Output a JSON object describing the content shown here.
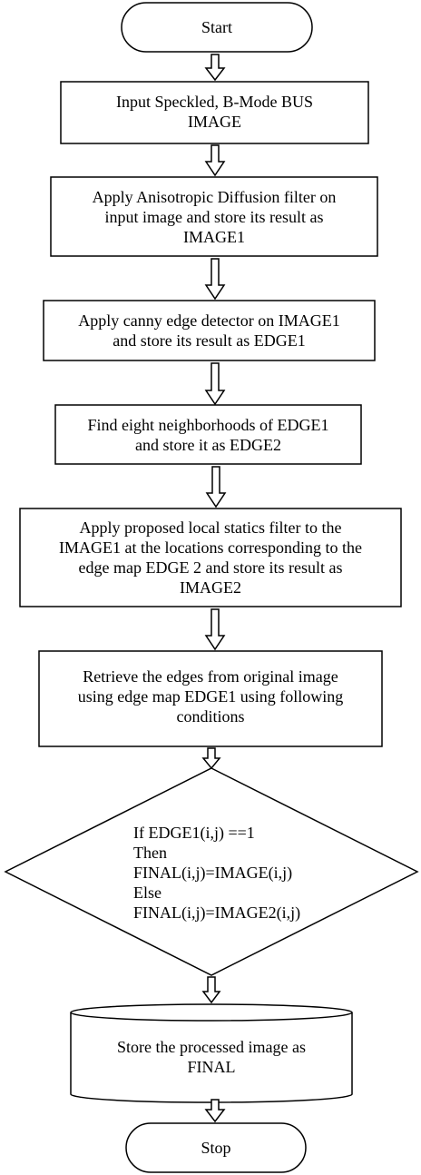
{
  "diagram": {
    "start": "Start",
    "input": [
      "Input Speckled, B-Mode BUS",
      "IMAGE"
    ],
    "anisotropic": [
      "Apply Anisotropic Diffusion filter on",
      "input image and store its result as",
      "IMAGE1"
    ],
    "canny": [
      "Apply canny edge detector on IMAGE1",
      "and store its result as EDGE1"
    ],
    "neighborhood": [
      "Find eight neighborhoods of EDGE1",
      "and store it as EDGE2"
    ],
    "local_statics": [
      "Apply proposed local statics filter to the",
      "IMAGE1 at the locations corresponding to the",
      "edge map EDGE 2 and store its result as",
      "IMAGE2"
    ],
    "retrieve": [
      "Retrieve the edges from original image",
      "using edge map EDGE1 using following",
      "conditions"
    ],
    "decision": [
      "If EDGE1(i,j) ==1",
      "Then",
      "FINAL(i,j)=IMAGE(i,j)",
      "Else",
      "FINAL(i,j)=IMAGE2(i,j)"
    ],
    "store": [
      "Store the processed image as",
      "FINAL"
    ],
    "stop": "Stop"
  }
}
